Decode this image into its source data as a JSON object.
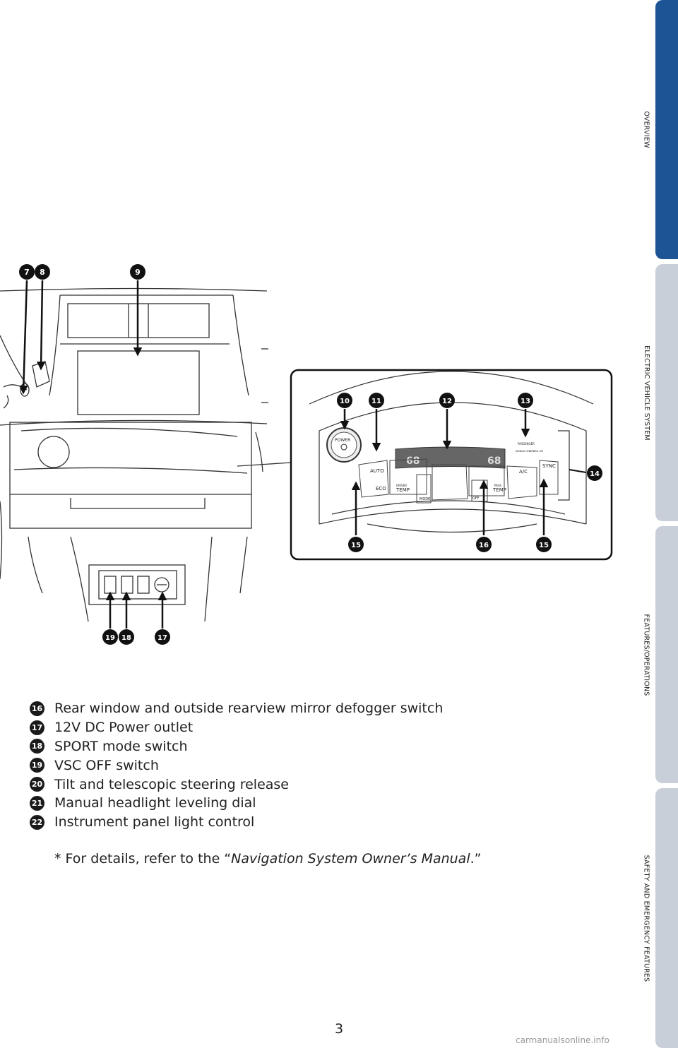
{
  "side_tabs": [
    {
      "label": "OVERVIEW",
      "active": true
    },
    {
      "label": "ELECTRIC VEHICLE SYSTEM",
      "active": false
    },
    {
      "label": "FEATURES/OPERATIONS",
      "active": false
    },
    {
      "label": "SAFETY AND EMERGENCY FEATURES",
      "active": false
    }
  ],
  "callouts": {
    "c7": "7",
    "c8": "8",
    "c9": "9",
    "c10": "10",
    "c11": "11",
    "c12": "12",
    "c13": "13",
    "c14": "14",
    "c15a": "15",
    "c16": "16",
    "c15b": "15",
    "c19": "19",
    "c18": "18",
    "c17": "17"
  },
  "panel_labels": {
    "power": "POWER",
    "auto": "AUTO",
    "eco": "ECO",
    "driver_temp_top": "DRIVER",
    "driver_temp": "TEMP",
    "mode": "MODE",
    "off": "OFF",
    "pass_temp_top": "PASS",
    "pass_temp": "TEMP",
    "ac": "A/C",
    "sync": "SYNC",
    "passenger": "PASSENGER",
    "airbag_off": "AIRBAG OFF",
    "airbag_on": "AIRBAG ON",
    "temp_left": "68",
    "temp_right": "68"
  },
  "legend": [
    {
      "num": "16",
      "text": "Rear window and outside rearview mirror defogger switch"
    },
    {
      "num": "17",
      "text": "12V DC Power outlet"
    },
    {
      "num": "18",
      "text": "SPORT mode switch"
    },
    {
      "num": "19",
      "text": "VSC OFF switch"
    },
    {
      "num": "20",
      "text": "Tilt and telescopic steering release"
    },
    {
      "num": "21",
      "text": "Manual headlight leveling dial"
    },
    {
      "num": "22",
      "text": "Instrument panel light control"
    }
  ],
  "footnote": {
    "prefix": "* For details, refer to the “",
    "title": "Navigation System Owner’s Manual",
    "suffix": ".”"
  },
  "page_number": "3",
  "watermark": "carmanualsonline.info"
}
